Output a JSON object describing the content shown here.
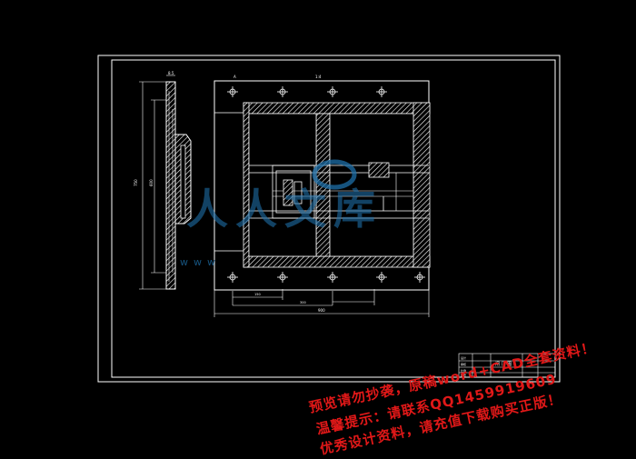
{
  "drawing": {
    "background": "#000000",
    "line_color": "#ffffff",
    "hatch_color": "#ffffff",
    "watermark_logo_color": "#1e6fa8",
    "labels": {
      "side_top_dim": "8.5",
      "side_height_dim_a": "750",
      "side_height_dim_b": "600",
      "plan_top_left_mark": "A",
      "plan_top_dim": "1:4",
      "plan_bottom_dim": "900",
      "plan_inner_dim_a": "150",
      "plan_inner_dim_b": "300"
    },
    "logo_text": "人人文库",
    "logo_url_text": "www",
    "title_block": {
      "name": "闸 门 图",
      "rows": [
        "设计",
        "审核",
        "比例",
        "图号"
      ]
    }
  },
  "watermark": {
    "line1": "预览请勿抄袭，原稿word+CAD全套资料！",
    "line2": "温馨提示：请联系QQ1459919609",
    "line3": "优秀设计资料，请充值下载购买正版！",
    "color": "#e01818"
  }
}
